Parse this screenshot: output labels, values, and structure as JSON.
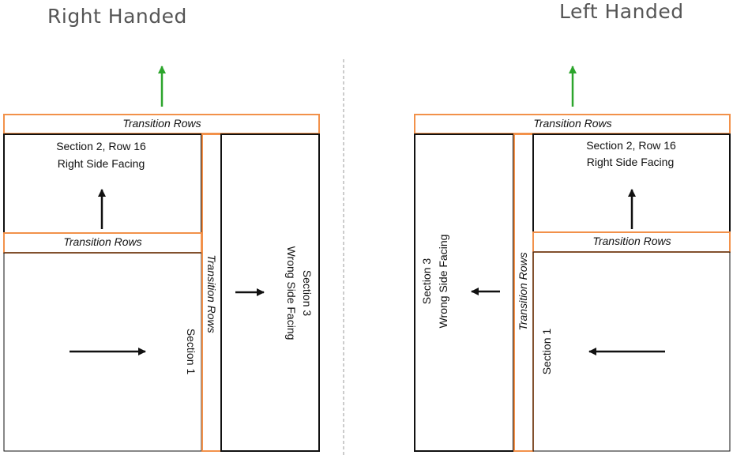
{
  "headings": {
    "right": "Right Handed",
    "left": "Left Handed"
  },
  "right_diagram": {
    "top_transition": "Transition Rows",
    "section2_line1": "Section 2, Row 16",
    "section2_line2": "Right Side Facing",
    "middle_transition": "Transition Rows",
    "vertical_transition": "Transition Rows",
    "section1": "Section 1",
    "section3_line1": "Section 3",
    "section3_line2": "Wrong Side Facing"
  },
  "left_diagram": {
    "top_transition": "Transition Rows",
    "section2_line1": "Section 2, Row 16",
    "section2_line2": "Right Side Facing",
    "middle_transition": "Transition Rows",
    "vertical_transition": "Transition Rows",
    "section1": "Section 1",
    "section3_line1": "Section 3",
    "section3_line2": "Wrong Side Facing"
  },
  "colors": {
    "orange": "#f2914a",
    "green": "#2ca52c",
    "black": "#111111",
    "heading": "#555555"
  }
}
